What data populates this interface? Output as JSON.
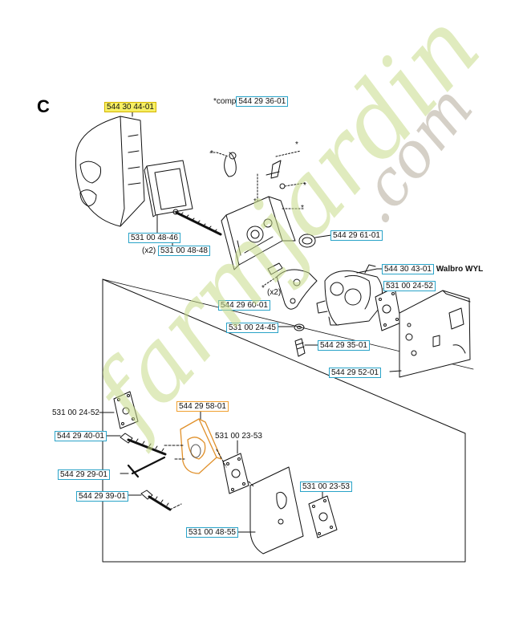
{
  "section_letter": "C",
  "labels": {
    "cover": "544 30 44-01",
    "comp_prefix": "*comp",
    "comp": "544 29 36-01",
    "filter": "531 00 48-46",
    "x2a": "(x2)",
    "screw_x2": "531 00 48-48",
    "gasket_ring": "544 29 61-01",
    "carb": "544 30 43-01",
    "carb_brand": "Walbro WYL",
    "carb_gasket": "531 00 24-52",
    "x2b": "(x2)",
    "bracket": "544 29 60-01",
    "washer": "531 00 24-45",
    "nipple": "544 29 35-01",
    "plate": "544 29 52-01",
    "gasket_left": "531 00 24-52",
    "block": "544 29 58-01",
    "bolt": "544 29 40-01",
    "gasket_mid": "531 00 23-53",
    "rod": "544 29 29-01",
    "bolt2": "544 29 39-01",
    "gasket_right": "531 00 23-53",
    "heat_shield": "531 00 48-55"
  },
  "watermark": {
    "main": "farmjardin",
    "domain": ".com"
  }
}
